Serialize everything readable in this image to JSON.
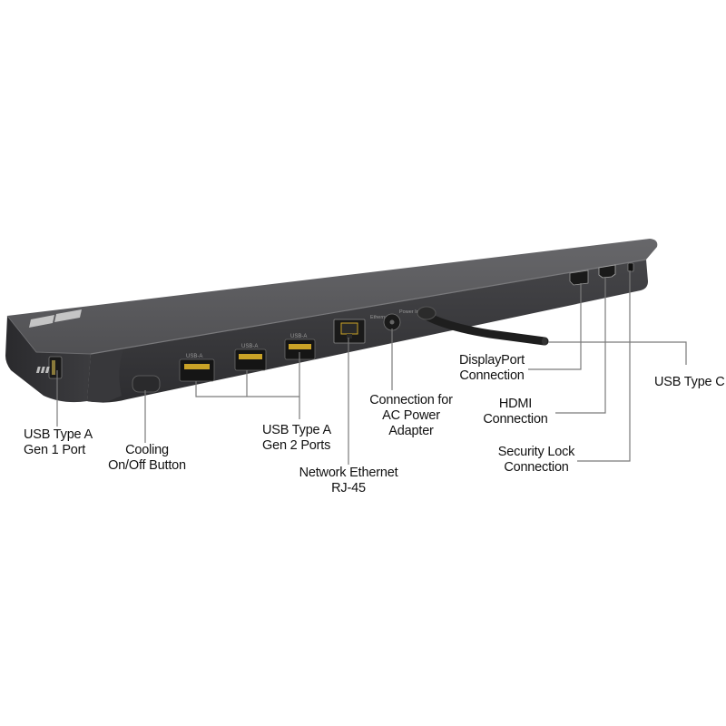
{
  "device": {
    "port_tags": {
      "usb_a_1": "USB-A",
      "usb_a_2": "USB-A",
      "usb_a_3": "USB-A",
      "ethernet": "Ethernet",
      "power": "Power In"
    }
  },
  "labels": {
    "usb_gen1": [
      "USB Type A",
      "Gen 1 Port"
    ],
    "cooling": [
      "Cooling",
      "On/Off Button"
    ],
    "usb_gen2": [
      "USB Type A",
      "Gen 2 Ports"
    ],
    "ethernet": [
      "Network Ethernet",
      "RJ-45"
    ],
    "power": [
      "Connection for",
      "AC Power",
      "Adapter"
    ],
    "displayport": [
      "DisplayPort",
      "Connection"
    ],
    "hdmi": [
      "HDMI",
      "Connection"
    ],
    "security": [
      "Security Lock",
      "Connection"
    ],
    "usbc": [
      "USB Type C"
    ]
  },
  "colors": {
    "body_top": "#5b5b5e",
    "body_front": "#3a3a3d",
    "port_accent": "#c9a227",
    "leader_line": "#7a7a7a",
    "label_text": "#111111"
  }
}
